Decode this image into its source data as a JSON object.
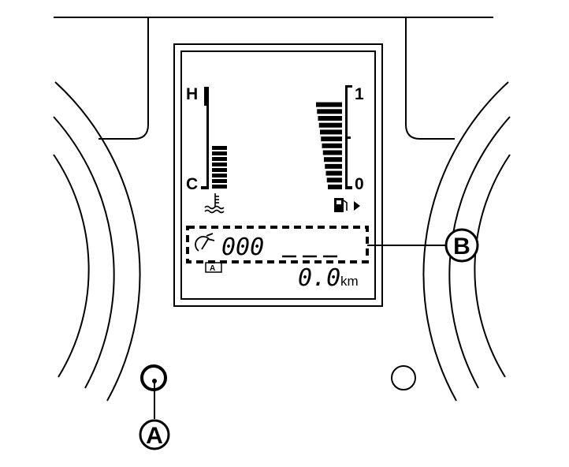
{
  "temp_gauge": {
    "high_label": "H",
    "low_label": "C",
    "icon": "coolant-temperature-icon",
    "level_segments": 8
  },
  "fuel_gauge": {
    "full_label": "1",
    "empty_label": "0",
    "icon": "fuel-pump-icon",
    "level_segments": 13
  },
  "display": {
    "odometer_digits": "000",
    "odometer_icon": "speedometer-icon",
    "mode_indicator": "A",
    "trip_value": "0.0",
    "trip_unit": "km"
  },
  "callouts": {
    "button": "A",
    "display_area": "B"
  }
}
